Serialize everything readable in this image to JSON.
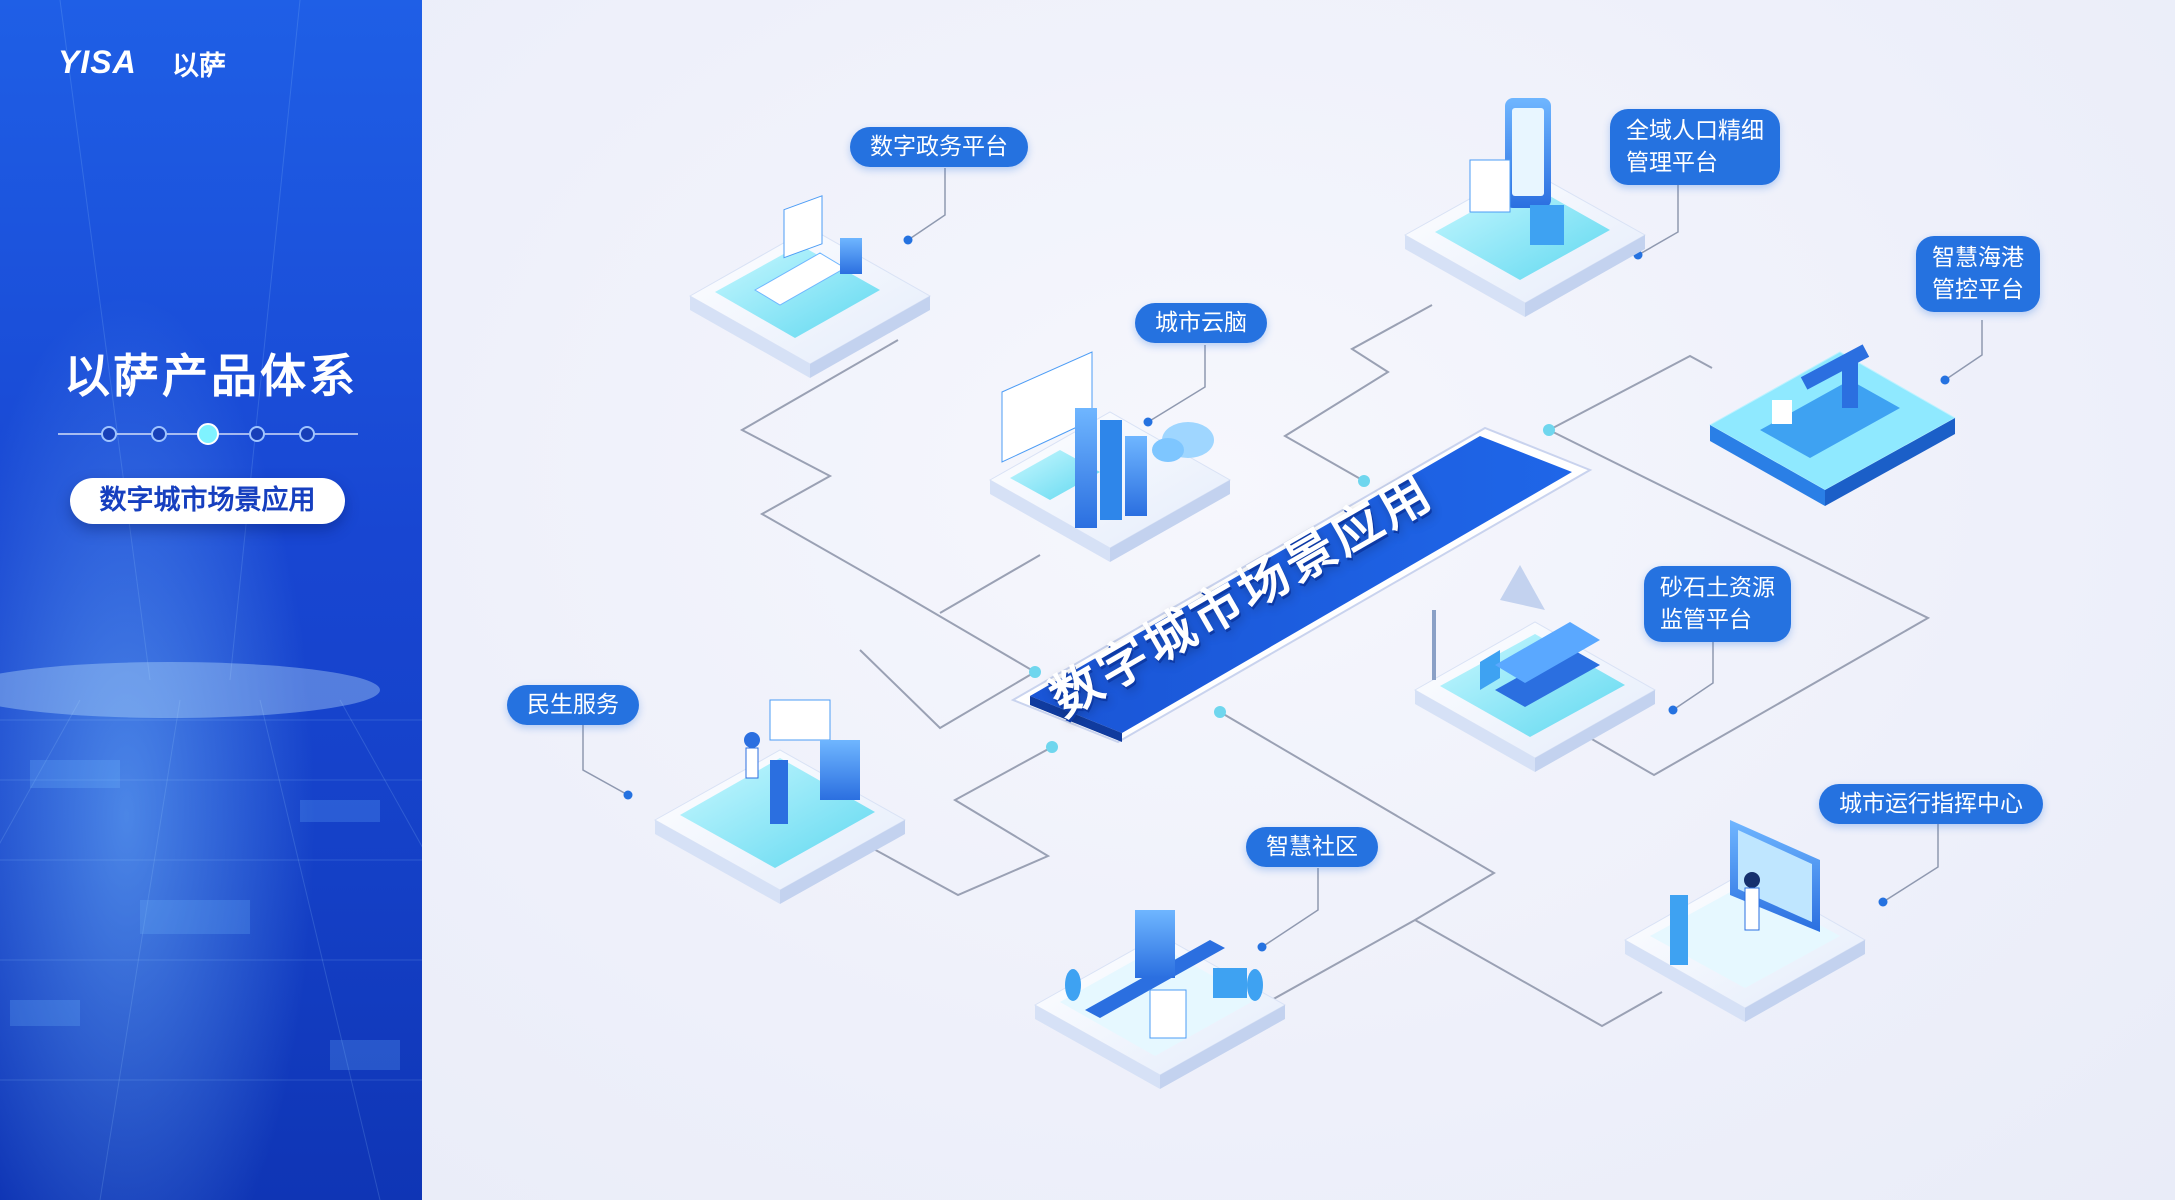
{
  "brand": {
    "logo_text": "YISA",
    "logo_cn": "以萨"
  },
  "sidebar": {
    "title": "以萨产品体系",
    "nav_dots": 5,
    "active_dot": 3,
    "category": "数字城市场景应用"
  },
  "diagram": {
    "center_title": "数字城市场景应用",
    "nodes": [
      {
        "id": "gov",
        "label": "数字政务平台"
      },
      {
        "id": "population",
        "label": "全域人口精细\n管理平台"
      },
      {
        "id": "harbor",
        "label": "智慧海港\n管控平台"
      },
      {
        "id": "brain",
        "label": "城市云脑"
      },
      {
        "id": "sand",
        "label": "砂石土资源\n监管平台"
      },
      {
        "id": "livelihood",
        "label": "民生服务"
      },
      {
        "id": "community",
        "label": "智慧社区"
      },
      {
        "id": "command",
        "label": "城市运行指挥中心"
      }
    ]
  },
  "colors": {
    "primary_blue": "#2572e0",
    "panel_blue": "#1846d2",
    "platform_cyan": "#5fe0f0",
    "line_grey": "#9aa1b4"
  }
}
